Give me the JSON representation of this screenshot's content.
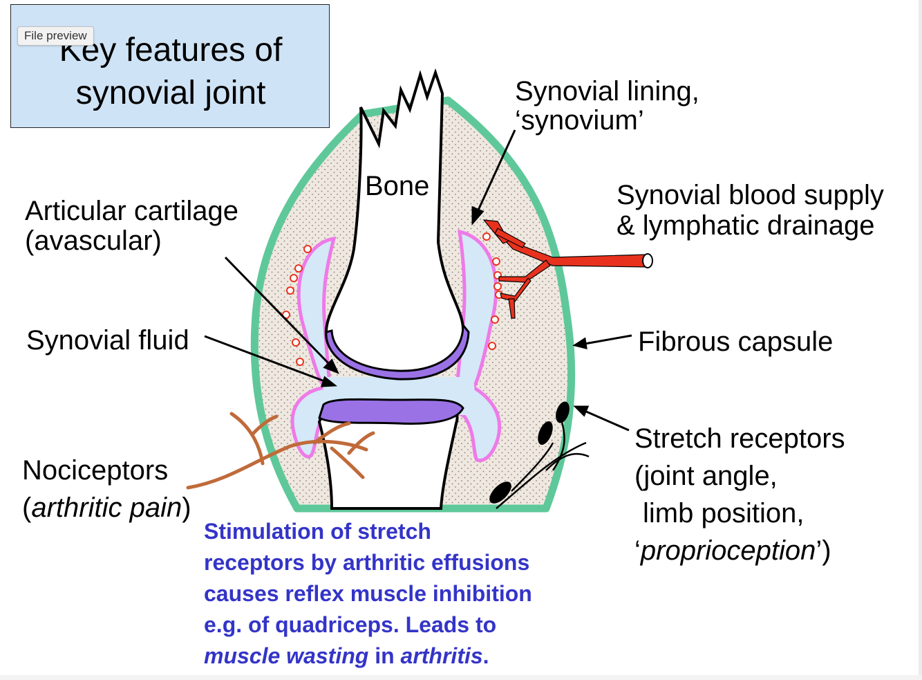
{
  "title": {
    "line1": "Key features of",
    "line2": "synovial joint"
  },
  "tooltip": "File preview",
  "labels": {
    "bone": "Bone",
    "synovial_lining_1": "Synovial lining,",
    "synovial_lining_2": "‘synovium’",
    "blood_supply_1": "Synovial blood supply",
    "blood_supply_2": "& lymphatic drainage",
    "articular_1": "Articular cartilage",
    "articular_2": "(avascular)",
    "synovial_fluid": "Synovial fluid",
    "fibrous_capsule": "Fibrous capsule",
    "nociceptors_1": "Nociceptors",
    "nociceptors_2_open": "(",
    "nociceptors_2_italic": "arthritic pain",
    "nociceptors_2_close": ")",
    "stretch_1": "Stretch receptors",
    "stretch_2": "(joint angle,",
    "stretch_3": "limb position,",
    "stretch_4_open": "‘",
    "stretch_4_italic": "proprioception",
    "stretch_4_close": "’)"
  },
  "note": {
    "line1": "Stimulation of stretch",
    "line2": "receptors by arthritic effusions",
    "line3": "causes reflex muscle inhibition",
    "line4": "e.g. of  quadriceps. Leads to",
    "line5_italic_a": "muscle wasting",
    "line5_mid": " in ",
    "line5_italic_b": "arthritis",
    "line5_end": "."
  },
  "colors": {
    "title_bg": "#cfe3f6",
    "capsule": "#5fc89a",
    "synovium": "#ee7ae8",
    "fluid": "#d4e8f7",
    "cartilage": "#9a72e6",
    "vessel": "#e8321e",
    "nerve": "#c06a3a",
    "note_text": "#3434c8"
  }
}
